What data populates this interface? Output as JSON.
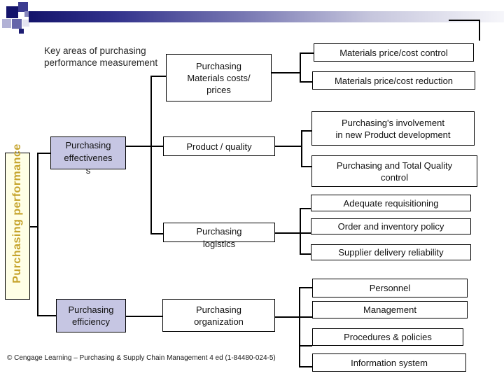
{
  "slide": {
    "title": "Key areas of purchasing performance measurement",
    "side_label": "Purchasing performance",
    "footer": "© Cengage Learning – Purchasing & Supply Chain Management 4 ed (1-84480-024-5)"
  },
  "colors": {
    "accent_navy": "#14146b",
    "box_lavender": "#c6c6e3",
    "side_label_bg": "#ffffe6",
    "side_label_gold": "#c5a32b"
  },
  "boxes": {
    "effectiveness": {
      "label": "Purchasing\neffectivenes\ns"
    },
    "efficiency": {
      "label": "Purchasing\nefficiency"
    },
    "materials_costs": {
      "label": "Purchasing\nMaterials costs/\nprices"
    },
    "product_quality": {
      "label": "Product / quality"
    },
    "logistics": {
      "label": "Purchasing\nlogistics"
    },
    "organization": {
      "label": "Purchasing\norganization"
    },
    "price_cost_control": {
      "label": "Materials price/cost control"
    },
    "price_cost_reduction": {
      "label": "Materials price/cost reduction"
    },
    "new_product_involvement": {
      "label": "Purchasing's involvement\nin new Product development"
    },
    "total_quality": {
      "label": "Purchasing and Total Quality\ncontrol"
    },
    "adequate_requisitioning": {
      "label": "Adequate requisitioning"
    },
    "order_inventory": {
      "label": "Order and inventory policy"
    },
    "supplier_reliability": {
      "label": "Supplier delivery reliability"
    },
    "personnel": {
      "label": "Personnel"
    },
    "management": {
      "label": "Management"
    },
    "procedures": {
      "label": "Procedures & policies"
    },
    "information_system": {
      "label": "Information system"
    }
  }
}
